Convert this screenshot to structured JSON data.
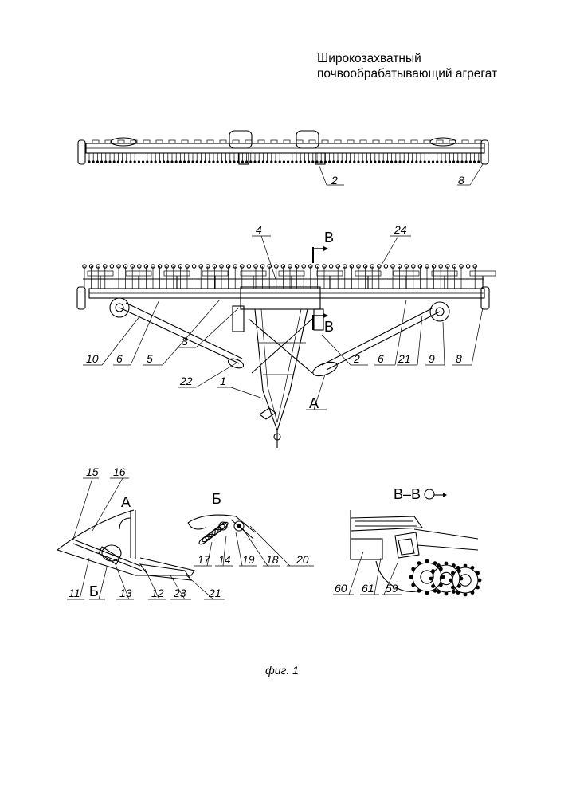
{
  "title": {
    "line1": "Широкозахватный",
    "line2": "почвообрабатывающий агрегат"
  },
  "figure_caption": "фиг. 1",
  "top_view_labels": [
    "2",
    "8"
  ],
  "plan_view_labels": {
    "top": [
      "4",
      "В",
      "24",
      "В"
    ],
    "bottom": [
      "10",
      "6",
      "5",
      "3",
      "22",
      "1",
      "А",
      "2",
      "6",
      "21",
      "9",
      "8"
    ]
  },
  "detail_A": {
    "title": "А",
    "labels": [
      "15",
      "16",
      "11",
      "Б",
      "13",
      "12",
      "23",
      "21"
    ]
  },
  "detail_B": {
    "title": "Б",
    "labels": [
      "17",
      "14",
      "19",
      "18",
      "20"
    ]
  },
  "detail_VV": {
    "title": "В–В",
    "labels": [
      "60",
      "61",
      "59"
    ]
  }
}
